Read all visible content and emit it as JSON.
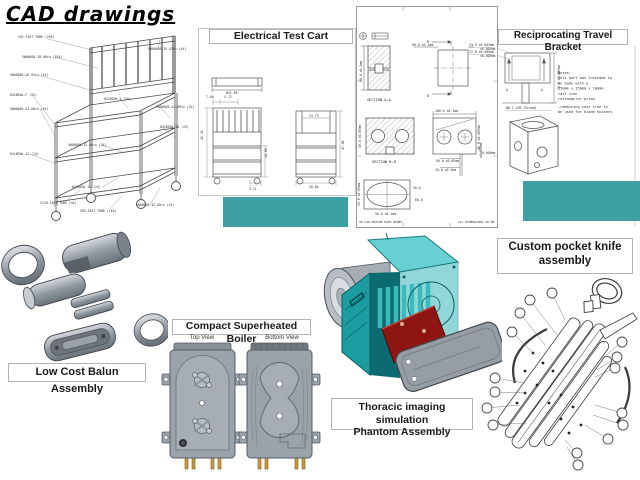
{
  "colors": {
    "teal": "#3fa0a4",
    "phantom_teal": "#1fa9ae",
    "red_plate": "#8e1511",
    "brass": "#c79a3f"
  },
  "header": {
    "title": "CAD drawings"
  },
  "cart": {
    "callouts": [
      "CH1-FAST TUBE (2EA)",
      "SW00005-15.47in (4X)",
      "SW00005-38.00in (1EA)",
      "SW00005-20.94in (2X)",
      "841B2Ns-F (2X)",
      "841B2Ns-4 (2X)",
      "SW00005-24.00in (4X)",
      "SW00005-s2.99in (2X)",
      "841B2Ns-10 (2X)",
      "C1Z0-FAST TUBE (4X)",
      "841B2Ns-12 (1X)",
      "SW00005-12.00in (2X)",
      "841B2Ns-11 (2X)",
      "CH3-FAST TUBE (1EA)",
      "SW00005-32.00in (2X)"
    ]
  },
  "electrical": {
    "title": "Electrical Test Cart",
    "dims": {
      "d1": "Ø41.88",
      "d2": "7.00",
      "d3": "4.72",
      "d4": "41.32",
      "d5": "14.09",
      "d6": "3.11",
      "d7": "23.73",
      "d8": "47.04",
      "d9": "28.04"
    }
  },
  "sheet": {
    "section_a": "SECTION A-A",
    "section_b": "SECTION B-B",
    "b_marker": "B",
    "dims": {
      "w60": "60.0 ±0.1mm",
      "h80": "80.0 ±0.1mm",
      "d249": "24.9 ±0.005mm",
      "d178": "17.8 ±0.005mm",
      "w100": "100.0 ±0.1mm",
      "h40": "40.0 ±0.005mm",
      "d50": "50.0 ±0.05mm",
      "d10": "10.0 ±0.5mm",
      "h30": "30.0 ±0.05mm",
      "h35": "35.0 ±0.05mm",
      "d30": "30.0",
      "d60": "60.0",
      "d501": "50.0 ±0.1mm"
    },
    "footer_left": "3D CAD MASTER PART NAMES",
    "footer_right": "ALL DIMENSIONS IN MM"
  },
  "bracket": {
    "title": "Reciprocating Travel Bracket",
    "tol1": "±0.005mm",
    "tol2": "±0.005mm",
    "thread": "Ø8.1 (M3 Thread)",
    "side_dim": "75.0 ±0.005mm",
    "marker_a": "A",
    "notes": [
      "Notes:",
      "This part was intended to",
      "be made with a",
      "150mm x 150mm x 100mm",
      "cast iron",
      "rectangular prism",
      "-remaining cast iron to",
      "be used for blade holders"
    ]
  },
  "balun": {
    "label": "Low Cost Balun Assembly"
  },
  "boiler": {
    "title": "Compact Superheated Boiler",
    "top_view": "Top View",
    "bottom_view": "Bottom View"
  },
  "phantom": {
    "label": [
      "Thoracic imaging simulation",
      "Phantom Assembly"
    ]
  },
  "knife": {
    "label": [
      "Custom pocket knife",
      "assembly"
    ]
  }
}
